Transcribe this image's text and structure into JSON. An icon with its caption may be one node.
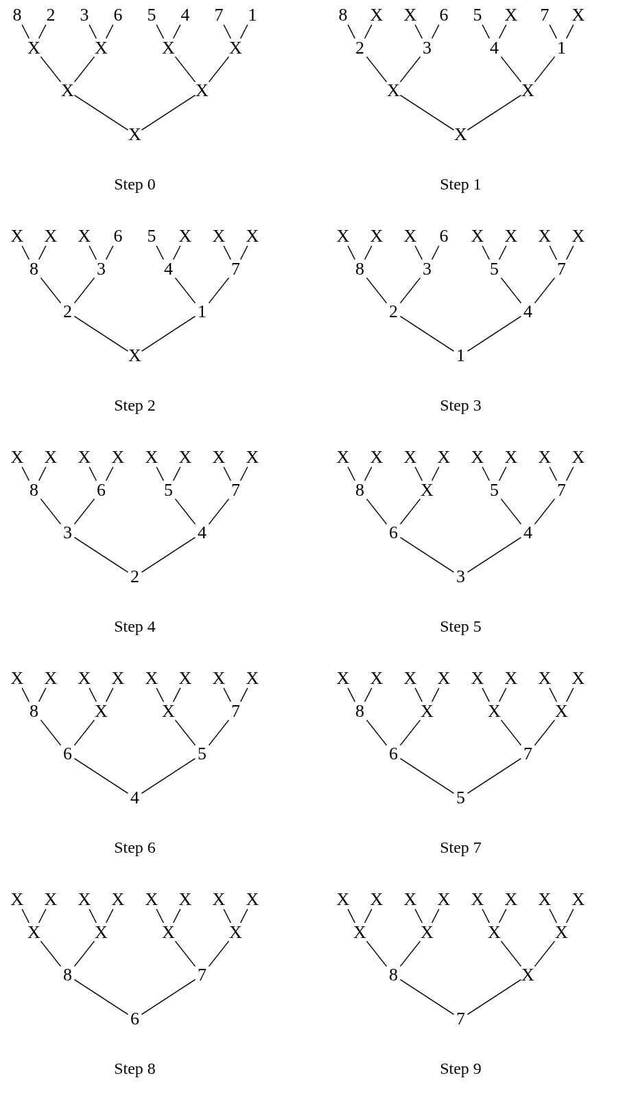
{
  "diagram": {
    "nodes": [
      {
        "text": [
          "8"
        ]
      },
      {
        "text": [
          "2"
        ]
      },
      {
        "text": [
          "3"
        ]
      },
      {
        "text": [
          "6"
        ]
      },
      {
        "text": [
          "5"
        ]
      },
      {
        "text": [
          "4"
        ]
      },
      {
        "text": [
          "7"
        ]
      },
      {
        "text": [
          "1"
        ]
      },
      {
        "text": [
          "X"
        ]
      },
      {
        "text": [
          "X"
        ]
      },
      {
        "text": [
          "X"
        ]
      },
      {
        "text": [
          "X"
        ]
      },
      {
        "text": [
          "X"
        ]
      },
      {
        "text": [
          "X"
        ]
      },
      {
        "text": [
          "X"
        ]
      },
      {
        "text": [
          "8"
        ]
      },
      {
        "text": [
          "X"
        ]
      },
      {
        "text": [
          "X"
        ]
      },
      {
        "text": [
          "6"
        ]
      },
      {
        "text": [
          "5"
        ]
      },
      {
        "text": [
          "X"
        ]
      },
      {
        "text": [
          "7"
        ]
      },
      {
        "text": [
          "X"
        ]
      },
      {
        "text": [
          "2"
        ]
      },
      {
        "text": [
          "3"
        ]
      },
      {
        "text": [
          "4"
        ]
      },
      {
        "text": [
          "1"
        ]
      },
      {
        "text": [
          "X"
        ]
      },
      {
        "text": [
          "X"
        ]
      },
      {
        "text": [
          "X"
        ]
      },
      {
        "text": [
          "X"
        ]
      },
      {
        "text": [
          "X"
        ]
      },
      {
        "text": [
          "X"
        ]
      },
      {
        "text": [
          "6"
        ]
      },
      {
        "text": [
          "5"
        ]
      },
      {
        "text": [
          "X"
        ]
      },
      {
        "text": [
          "X"
        ]
      },
      {
        "text": [
          "X"
        ]
      },
      {
        "text": [
          "8"
        ]
      },
      {
        "text": [
          "3"
        ]
      },
      {
        "text": [
          "4"
        ]
      },
      {
        "text": [
          "7"
        ]
      },
      {
        "text": [
          "2"
        ]
      },
      {
        "text": [
          "1"
        ]
      },
      {
        "text": [
          "X"
        ]
      },
      {
        "text": [
          "X"
        ]
      },
      {
        "text": [
          "X"
        ]
      },
      {
        "text": [
          "X"
        ]
      },
      {
        "text": [
          "6"
        ]
      },
      {
        "text": [
          "X"
        ]
      },
      {
        "text": [
          "X"
        ]
      },
      {
        "text": [
          "X"
        ]
      },
      {
        "text": [
          "X"
        ]
      },
      {
        "text": [
          "8"
        ]
      },
      {
        "text": [
          "3"
        ]
      },
      {
        "text": [
          "5"
        ]
      },
      {
        "text": [
          "7"
        ]
      },
      {
        "text": [
          "2"
        ]
      },
      {
        "text": [
          "4"
        ]
      },
      {
        "text": [
          "1"
        ]
      },
      {
        "text": [
          "X"
        ]
      },
      {
        "text": [
          "X"
        ]
      },
      {
        "text": [
          "X"
        ]
      },
      {
        "text": [
          "X"
        ]
      },
      {
        "text": [
          "X"
        ]
      },
      {
        "text": [
          "X"
        ]
      },
      {
        "text": [
          "X"
        ]
      },
      {
        "text": [
          "X"
        ]
      },
      {
        "text": [
          "8"
        ]
      },
      {
        "text": [
          "6"
        ]
      },
      {
        "text": [
          "5"
        ]
      },
      {
        "text": [
          "7"
        ]
      },
      {
        "text": [
          "3"
        ]
      },
      {
        "text": [
          "4"
        ]
      },
      {
        "text": [
          "2"
        ]
      },
      {
        "text": [
          "X"
        ]
      },
      {
        "text": [
          "X"
        ]
      },
      {
        "text": [
          "X"
        ]
      },
      {
        "text": [
          "X"
        ]
      },
      {
        "text": [
          "X"
        ]
      },
      {
        "text": [
          "X"
        ]
      },
      {
        "text": [
          "X"
        ]
      },
      {
        "text": [
          "X"
        ]
      },
      {
        "text": [
          "8"
        ]
      },
      {
        "text": [
          "X"
        ]
      },
      {
        "text": [
          "5"
        ]
      },
      {
        "text": [
          "7"
        ]
      },
      {
        "text": [
          "6"
        ]
      },
      {
        "text": [
          "4"
        ]
      },
      {
        "text": [
          "3"
        ]
      },
      {
        "text": [
          "X"
        ]
      },
      {
        "text": [
          "X"
        ]
      },
      {
        "text": [
          "X"
        ]
      },
      {
        "text": [
          "X"
        ]
      },
      {
        "text": [
          "X"
        ]
      },
      {
        "text": [
          "X"
        ]
      },
      {
        "text": [
          "X"
        ]
      },
      {
        "text": [
          "X"
        ]
      },
      {
        "text": [
          "8"
        ]
      },
      {
        "text": [
          "X"
        ]
      },
      {
        "text": [
          "X"
        ]
      },
      {
        "text": [
          "7"
        ]
      },
      {
        "text": [
          "6"
        ]
      },
      {
        "text": [
          "5"
        ]
      },
      {
        "text": [
          "4"
        ]
      },
      {
        "text": [
          "X"
        ]
      },
      {
        "text": [
          "X"
        ]
      },
      {
        "text": [
          "X"
        ]
      },
      {
        "text": [
          "X"
        ]
      },
      {
        "text": [
          "X"
        ]
      },
      {
        "text": [
          "X"
        ]
      },
      {
        "text": [
          "X"
        ]
      },
      {
        "text": [
          "X"
        ]
      },
      {
        "text": [
          "8"
        ]
      },
      {
        "text": [
          "X"
        ]
      },
      {
        "text": [
          "X"
        ]
      },
      {
        "text": [
          "X"
        ]
      },
      {
        "text": [
          "6"
        ]
      },
      {
        "text": [
          "7"
        ]
      },
      {
        "text": [
          "5"
        ]
      },
      {
        "text": [
          "X"
        ]
      },
      {
        "text": [
          "X"
        ]
      },
      {
        "text": [
          "X"
        ]
      },
      {
        "text": [
          "X"
        ]
      },
      {
        "text": [
          "X"
        ]
      },
      {
        "text": [
          "X"
        ]
      },
      {
        "text": [
          "X"
        ]
      },
      {
        "text": [
          "X"
        ]
      },
      {
        "text": [
          "X"
        ]
      },
      {
        "text": [
          "X"
        ]
      },
      {
        "text": [
          "X"
        ]
      },
      {
        "text": [
          "X"
        ]
      },
      {
        "text": [
          "8"
        ]
      },
      {
        "text": [
          "7"
        ]
      },
      {
        "text": [
          "6"
        ]
      },
      {
        "text": [
          "X"
        ]
      },
      {
        "text": [
          "X"
        ]
      },
      {
        "text": [
          "X"
        ]
      },
      {
        "text": [
          "X"
        ]
      },
      {
        "text": [
          "X"
        ]
      },
      {
        "text": [
          "X"
        ]
      },
      {
        "text": [
          "X"
        ]
      },
      {
        "text": [
          "X"
        ]
      },
      {
        "text": [
          "X"
        ]
      },
      {
        "text": [
          "X"
        ]
      },
      {
        "text": [
          "X"
        ]
      },
      {
        "text": [
          "X"
        ]
      },
      {
        "text": [
          "8"
        ]
      },
      {
        "text": [
          "X"
        ]
      },
      {
        "text": [
          "7"
        ]
      }
    ],
    "edges": [
      {
        "from": 8,
        "to": 0,
        "arrow": "none"
      },
      {
        "from": 8,
        "to": 1,
        "arrow": "none"
      },
      {
        "from": 9,
        "to": 2,
        "arrow": "none"
      },
      {
        "from": 9,
        "to": 3,
        "arrow": "none"
      },
      {
        "from": 10,
        "to": 4,
        "arrow": "none"
      },
      {
        "from": 10,
        "to": 5,
        "arrow": "none"
      },
      {
        "from": 11,
        "to": 6,
        "arrow": "none"
      },
      {
        "from": 11,
        "to": 7,
        "arrow": "none"
      },
      {
        "from": 12,
        "to": 8,
        "arrow": "none"
      },
      {
        "from": 12,
        "to": 9,
        "arrow": "none"
      },
      {
        "from": 13,
        "to": 10,
        "arrow": "none"
      },
      {
        "from": 13,
        "to": 11,
        "arrow": "none"
      },
      {
        "from": 14,
        "to": 12,
        "arrow": "none"
      },
      {
        "from": 14,
        "to": 13,
        "arrow": "none"
      },
      {
        "from": 23,
        "to": 15,
        "arrow": "none"
      },
      {
        "from": 23,
        "to": 16,
        "arrow": "none"
      },
      {
        "from": 24,
        "to": 17,
        "arrow": "none"
      },
      {
        "from": 24,
        "to": 18,
        "arrow": "none"
      },
      {
        "from": 25,
        "to": 19,
        "arrow": "none"
      },
      {
        "from": 25,
        "to": 20,
        "arrow": "none"
      },
      {
        "from": 26,
        "to": 21,
        "arrow": "none"
      },
      {
        "from": 26,
        "to": 22,
        "arrow": "none"
      },
      {
        "from": 27,
        "to": 23,
        "arrow": "none"
      },
      {
        "from": 27,
        "to": 24,
        "arrow": "none"
      },
      {
        "from": 28,
        "to": 25,
        "arrow": "none"
      },
      {
        "from": 28,
        "to": 26,
        "arrow": "none"
      },
      {
        "from": 29,
        "to": 27,
        "arrow": "none"
      },
      {
        "from": 29,
        "to": 28,
        "arrow": "none"
      },
      {
        "from": 38,
        "to": 30,
        "arrow": "none"
      },
      {
        "from": 38,
        "to": 31,
        "arrow": "none"
      },
      {
        "from": 39,
        "to": 32,
        "arrow": "none"
      },
      {
        "from": 39,
        "to": 33,
        "arrow": "none"
      },
      {
        "from": 40,
        "to": 34,
        "arrow": "none"
      },
      {
        "from": 40,
        "to": 35,
        "arrow": "none"
      },
      {
        "from": 41,
        "to": 36,
        "arrow": "none"
      },
      {
        "from": 41,
        "to": 37,
        "arrow": "none"
      },
      {
        "from": 42,
        "to": 38,
        "arrow": "none"
      },
      {
        "from": 42,
        "to": 39,
        "arrow": "none"
      },
      {
        "from": 43,
        "to": 40,
        "arrow": "none"
      },
      {
        "from": 43,
        "to": 41,
        "arrow": "none"
      },
      {
        "from": 44,
        "to": 42,
        "arrow": "none"
      },
      {
        "from": 44,
        "to": 43,
        "arrow": "none"
      },
      {
        "from": 53,
        "to": 45,
        "arrow": "none"
      },
      {
        "from": 53,
        "to": 46,
        "arrow": "none"
      },
      {
        "from": 54,
        "to": 47,
        "arrow": "none"
      },
      {
        "from": 54,
        "to": 48,
        "arrow": "none"
      },
      {
        "from": 55,
        "to": 49,
        "arrow": "none"
      },
      {
        "from": 55,
        "to": 50,
        "arrow": "none"
      },
      {
        "from": 56,
        "to": 51,
        "arrow": "none"
      },
      {
        "from": 56,
        "to": 52,
        "arrow": "none"
      },
      {
        "from": 57,
        "to": 53,
        "arrow": "none"
      },
      {
        "from": 57,
        "to": 54,
        "arrow": "none"
      },
      {
        "from": 58,
        "to": 55,
        "arrow": "none"
      },
      {
        "from": 58,
        "to": 56,
        "arrow": "none"
      },
      {
        "from": 59,
        "to": 57,
        "arrow": "none"
      },
      {
        "from": 59,
        "to": 58,
        "arrow": "none"
      },
      {
        "from": 68,
        "to": 60,
        "arrow": "none"
      },
      {
        "from": 68,
        "to": 61,
        "arrow": "none"
      },
      {
        "from": 69,
        "to": 62,
        "arrow": "none"
      },
      {
        "from": 69,
        "to": 63,
        "arrow": "none"
      },
      {
        "from": 70,
        "to": 64,
        "arrow": "none"
      },
      {
        "from": 70,
        "to": 65,
        "arrow": "none"
      },
      {
        "from": 71,
        "to": 66,
        "arrow": "none"
      },
      {
        "from": 71,
        "to": 67,
        "arrow": "none"
      },
      {
        "from": 72,
        "to": 68,
        "arrow": "none"
      },
      {
        "from": 72,
        "to": 69,
        "arrow": "none"
      },
      {
        "from": 73,
        "to": 70,
        "arrow": "none"
      },
      {
        "from": 73,
        "to": 71,
        "arrow": "none"
      },
      {
        "from": 74,
        "to": 72,
        "arrow": "none"
      },
      {
        "from": 74,
        "to": 73,
        "arrow": "none"
      },
      {
        "from": 83,
        "to": 75,
        "arrow": "none"
      },
      {
        "from": 83,
        "to": 76,
        "arrow": "none"
      },
      {
        "from": 84,
        "to": 77,
        "arrow": "none"
      },
      {
        "from": 84,
        "to": 78,
        "arrow": "none"
      },
      {
        "from": 85,
        "to": 79,
        "arrow": "none"
      },
      {
        "from": 85,
        "to": 80,
        "arrow": "none"
      },
      {
        "from": 86,
        "to": 81,
        "arrow": "none"
      },
      {
        "from": 86,
        "to": 82,
        "arrow": "none"
      },
      {
        "from": 87,
        "to": 83,
        "arrow": "none"
      },
      {
        "from": 87,
        "to": 84,
        "arrow": "none"
      },
      {
        "from": 88,
        "to": 85,
        "arrow": "none"
      },
      {
        "from": 88,
        "to": 86,
        "arrow": "none"
      },
      {
        "from": 89,
        "to": 87,
        "arrow": "none"
      },
      {
        "from": 89,
        "to": 88,
        "arrow": "none"
      },
      {
        "from": 98,
        "to": 90,
        "arrow": "none"
      },
      {
        "from": 98,
        "to": 91,
        "arrow": "none"
      },
      {
        "from": 99,
        "to": 92,
        "arrow": "none"
      },
      {
        "from": 99,
        "to": 93,
        "arrow": "none"
      },
      {
        "from": 100,
        "to": 94,
        "arrow": "none"
      },
      {
        "from": 100,
        "to": 95,
        "arrow": "none"
      },
      {
        "from": 101,
        "to": 96,
        "arrow": "none"
      },
      {
        "from": 101,
        "to": 97,
        "arrow": "none"
      },
      {
        "from": 102,
        "to": 98,
        "arrow": "none"
      },
      {
        "from": 102,
        "to": 99,
        "arrow": "none"
      },
      {
        "from": 103,
        "to": 100,
        "arrow": "none"
      },
      {
        "from": 103,
        "to": 101,
        "arrow": "none"
      },
      {
        "from": 104,
        "to": 102,
        "arrow": "none"
      },
      {
        "from": 104,
        "to": 103,
        "arrow": "none"
      },
      {
        "from": 113,
        "to": 105,
        "arrow": "none"
      },
      {
        "from": 113,
        "to": 106,
        "arrow": "none"
      },
      {
        "from": 114,
        "to": 107,
        "arrow": "none"
      },
      {
        "from": 114,
        "to": 108,
        "arrow": "none"
      },
      {
        "from": 115,
        "to": 109,
        "arrow": "none"
      },
      {
        "from": 115,
        "to": 110,
        "arrow": "none"
      },
      {
        "from": 116,
        "to": 111,
        "arrow": "none"
      },
      {
        "from": 116,
        "to": 112,
        "arrow": "none"
      },
      {
        "from": 117,
        "to": 113,
        "arrow": "none"
      },
      {
        "from": 117,
        "to": 114,
        "arrow": "none"
      },
      {
        "from": 118,
        "to": 115,
        "arrow": "none"
      },
      {
        "from": 118,
        "to": 116,
        "arrow": "none"
      },
      {
        "from": 119,
        "to": 117,
        "arrow": "none"
      },
      {
        "from": 119,
        "to": 118,
        "arrow": "none"
      },
      {
        "from": 128,
        "to": 120,
        "arrow": "none"
      },
      {
        "from": 128,
        "to": 121,
        "arrow": "none"
      },
      {
        "from": 129,
        "to": 122,
        "arrow": "none"
      },
      {
        "from": 129,
        "to": 123,
        "arrow": "none"
      },
      {
        "from": 130,
        "to": 124,
        "arrow": "none"
      },
      {
        "from": 130,
        "to": 125,
        "arrow": "none"
      },
      {
        "from": 131,
        "to": 126,
        "arrow": "none"
      },
      {
        "from": 131,
        "to": 127,
        "arrow": "none"
      },
      {
        "from": 132,
        "to": 128,
        "arrow": "none"
      },
      {
        "from": 132,
        "to": 129,
        "arrow": "none"
      },
      {
        "from": 133,
        "to": 130,
        "arrow": "none"
      },
      {
        "from": 133,
        "to": 131,
        "arrow": "none"
      },
      {
        "from": 134,
        "to": 132,
        "arrow": "none"
      },
      {
        "from": 134,
        "to": 133,
        "arrow": "none"
      },
      {
        "from": 143,
        "to": 135,
        "arrow": "none"
      },
      {
        "from": 143,
        "to": 136,
        "arrow": "none"
      },
      {
        "from": 144,
        "to": 137,
        "arrow": "none"
      },
      {
        "from": 144,
        "to": 138,
        "arrow": "none"
      },
      {
        "from": 145,
        "to": 139,
        "arrow": "none"
      },
      {
        "from": 145,
        "to": 140,
        "arrow": "none"
      },
      {
        "from": 146,
        "to": 141,
        "arrow": "none"
      },
      {
        "from": 146,
        "to": 142,
        "arrow": "none"
      },
      {
        "from": 147,
        "to": 143,
        "arrow": "none"
      },
      {
        "from": 147,
        "to": 144,
        "arrow": "none"
      },
      {
        "from": 148,
        "to": 145,
        "arrow": "none"
      },
      {
        "from": 148,
        "to": 146,
        "arrow": "none"
      },
      {
        "from": 149,
        "to": 147,
        "arrow": "none"
      },
      {
        "from": 149,
        "to": 148,
        "arrow": "none"
      }
    ],
    "labels": [
      "Step 0",
      "Step 1",
      "Step 2",
      "Step 3",
      "Step 4",
      "Step 5",
      "Step 6",
      "Step 7",
      "Step 8",
      "Step 9"
    ]
  }
}
